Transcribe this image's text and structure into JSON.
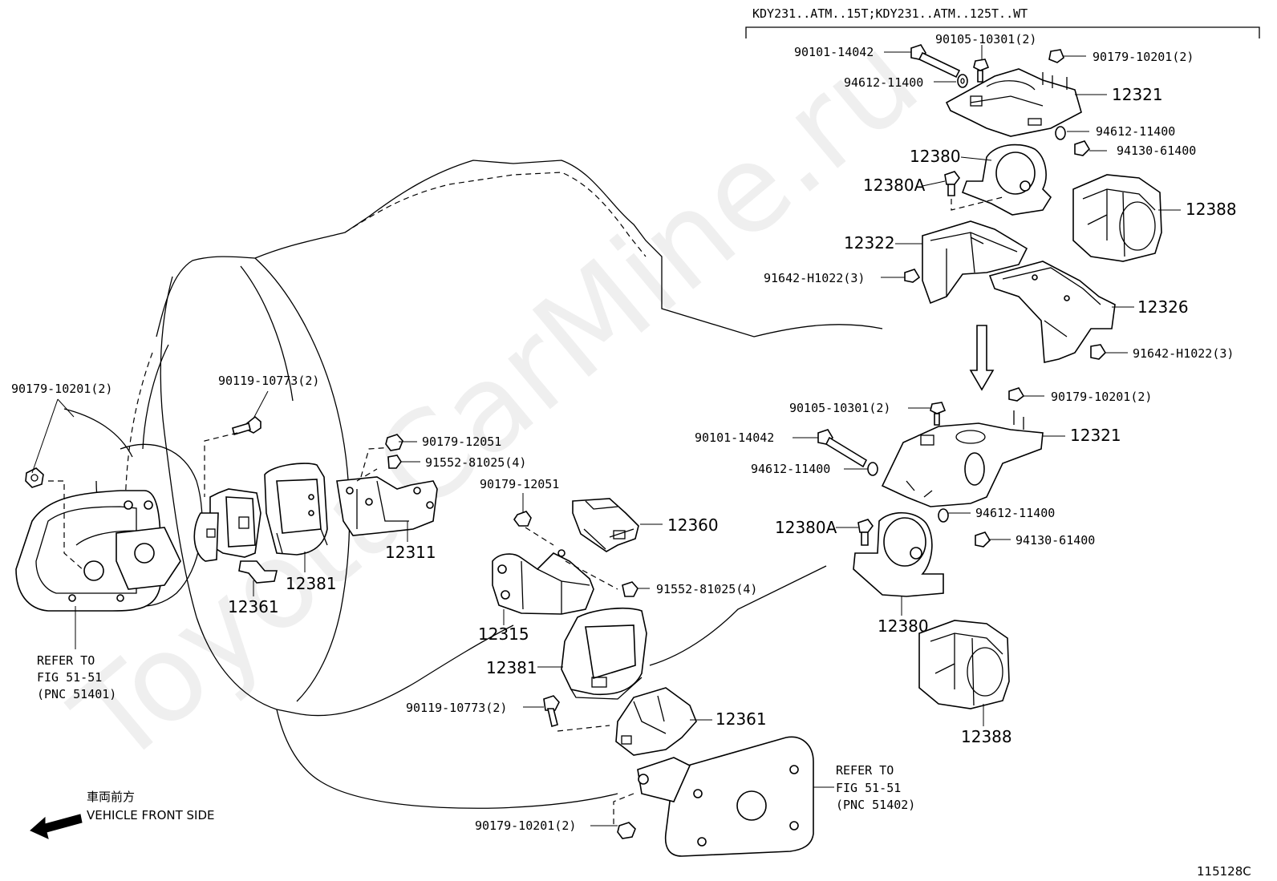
{
  "header": {
    "applicability": "KDY231..ATM..15T;KDY231..ATM..125T..WT"
  },
  "watermark": "ToyotaCarMine.ru",
  "figure_id": "115128C",
  "orientation": {
    "jp_label": "車両前方",
    "en_label": "VEHICLE FRONT SIDE"
  },
  "labels": {
    "l_90101_14042_top": "90101-14042",
    "l_90105_10301_top": "90105-10301(2)",
    "l_90179_10201_top": "90179-10201(2)",
    "l_94612_11400_top": "94612-11400",
    "l_12321_top": "12321",
    "l_94612_11400_top2": "94612-11400",
    "l_94130_61400_top": "94130-61400",
    "l_12380_top": "12380",
    "l_12380A_top": "12380A",
    "l_12388_top": "12388",
    "l_12322": "12322",
    "l_91642_h1022_a": "91642-H1022(3)",
    "l_12326": "12326",
    "l_91642_h1022_b": "91642-H1022(3)",
    "l_90179_10201_mid": "90179-10201(2)",
    "l_90105_10301_mid": "90105-10301(2)",
    "l_12321_mid": "12321",
    "l_90101_14042_mid": "90101-14042",
    "l_94612_11400_mid": "94612-11400",
    "l_94612_11400_mid2": "94612-11400",
    "l_12380A_mid": "12380A",
    "l_94130_61400_mid": "94130-61400",
    "l_12380_mid": "12380",
    "l_12388_mid": "12388",
    "l_90179_10201_left": "90179-10201(2)",
    "l_90119_10773_left": "90119-10773(2)",
    "l_90179_12051_a": "90179-12051",
    "l_91552_81025_a": "91552-81025(4)",
    "l_90179_12051_b": "90179-12051",
    "l_12360": "12360",
    "l_12311": "12311",
    "l_12381_left": "12381",
    "l_12361_left": "12361",
    "l_91552_81025_b": "91552-81025(4)",
    "l_12315": "12315",
    "l_12381_mid": "12381",
    "l_90119_10773_mid": "90119-10773(2)",
    "l_12361_mid": "12361",
    "l_90179_10201_bot": "90179-10201(2)",
    "refer_left_1": "REFER TO",
    "refer_left_2": "FIG 51-51",
    "refer_left_3": "(PNC 51401)",
    "refer_right_1": "REFER TO",
    "refer_right_2": "FIG 51-51",
    "refer_right_3": "(PNC 51402)"
  }
}
